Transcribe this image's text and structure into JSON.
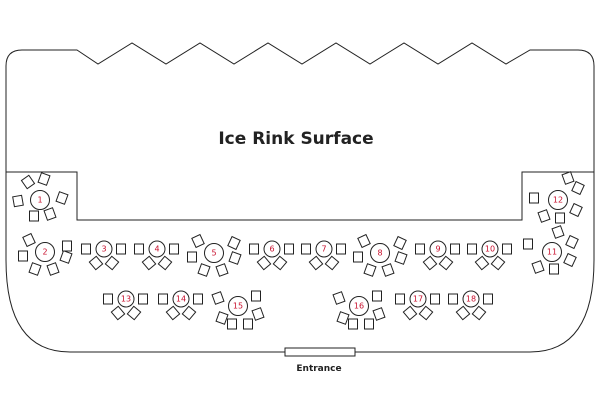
{
  "rink_label": "Ice Rink Surface",
  "entrance_label": "Entrance",
  "colors": {
    "table_number": "#c8102e",
    "line": "#222222"
  },
  "tables": [
    {
      "number": "1",
      "seats": "round"
    },
    {
      "number": "2",
      "seats": "round"
    },
    {
      "number": "3",
      "seats": "square"
    },
    {
      "number": "4",
      "seats": "square"
    },
    {
      "number": "5",
      "seats": "round"
    },
    {
      "number": "6",
      "seats": "square"
    },
    {
      "number": "7",
      "seats": "square"
    },
    {
      "number": "8",
      "seats": "round"
    },
    {
      "number": "9",
      "seats": "square"
    },
    {
      "number": "10",
      "seats": "square"
    },
    {
      "number": "11",
      "seats": "round"
    },
    {
      "number": "12",
      "seats": "round"
    },
    {
      "number": "13",
      "seats": "square"
    },
    {
      "number": "14",
      "seats": "square"
    },
    {
      "number": "15",
      "seats": "round"
    },
    {
      "number": "16",
      "seats": "round"
    },
    {
      "number": "17",
      "seats": "square"
    },
    {
      "number": "18",
      "seats": "square"
    }
  ]
}
